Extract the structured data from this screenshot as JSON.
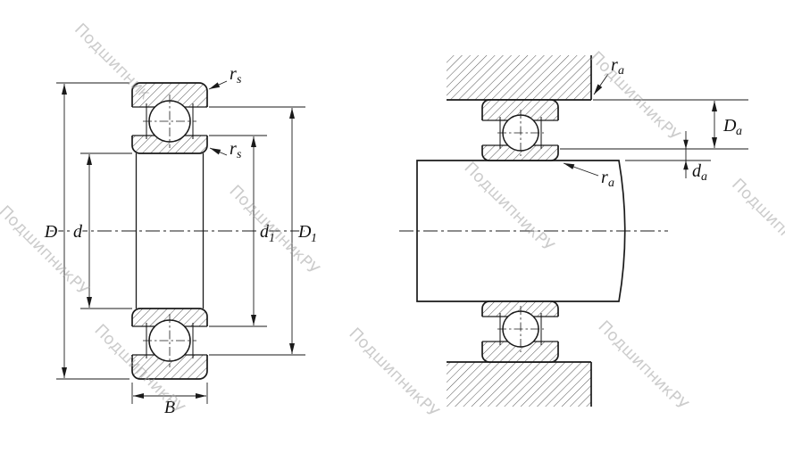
{
  "watermark": {
    "text_full": "ПодшипникРУ",
    "text_short": "Подшипник",
    "color": "#a3a3a3"
  },
  "left_view": {
    "dim_D": "D",
    "dim_d": "d",
    "dim_d1": {
      "base": "d",
      "sub": "1"
    },
    "dim_D1": {
      "base": "D",
      "sub": "1"
    },
    "dim_B": "B",
    "rs_top": {
      "base": "r",
      "sub": "s"
    },
    "rs_inner": {
      "base": "r",
      "sub": "s"
    }
  },
  "right_view": {
    "ra_top": {
      "base": "r",
      "sub": "a"
    },
    "ra_mid": {
      "base": "r",
      "sub": "a"
    },
    "dim_Da": {
      "base": "D",
      "sub": "a"
    },
    "dim_da": {
      "base": "d",
      "sub": "a"
    }
  },
  "colors": {
    "line": "#1a1a1a",
    "background": "#ffffff",
    "watermark": "#a3a3a3"
  }
}
